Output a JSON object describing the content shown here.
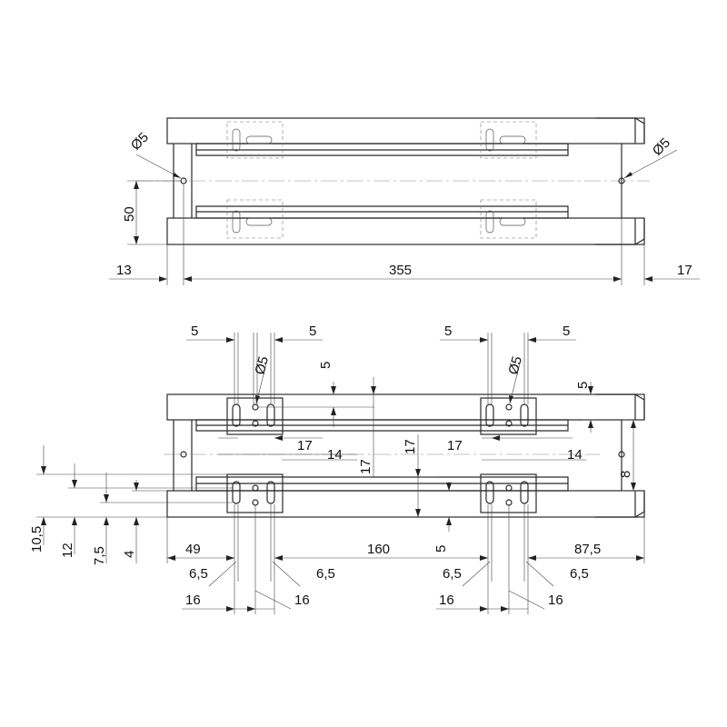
{
  "drawing": {
    "top_view": {
      "dia_left": "Ø5",
      "dia_right": "Ø5",
      "dim_height": "50",
      "dim_left": "13",
      "dim_length": "355",
      "dim_right": "17"
    },
    "front_view": {
      "w_left_a": "5",
      "w_left_b": "5",
      "w_right_a": "5",
      "w_right_b": "5",
      "dia_left": "Ø5",
      "dia_right": "Ø5",
      "v5_left": "5",
      "v5_right": "5",
      "h17_left": "17",
      "h14_left": "14",
      "v17_left": "17",
      "v17_mid": "17",
      "h17_right": "17",
      "h14_right": "14",
      "v8": "8",
      "v10_5": "10,5",
      "v12": "12",
      "v7_5": "7,5",
      "v4": "4",
      "d49": "49",
      "d160": "160",
      "v5_mid": "5",
      "d87_5": "87,5",
      "d6_5_a": "6,5",
      "d6_5_b": "6,5",
      "d6_5_c": "6,5",
      "d6_5_d": "6,5",
      "d16_a": "16",
      "d16_b": "16",
      "d16_c": "16",
      "d16_d": "16"
    }
  }
}
